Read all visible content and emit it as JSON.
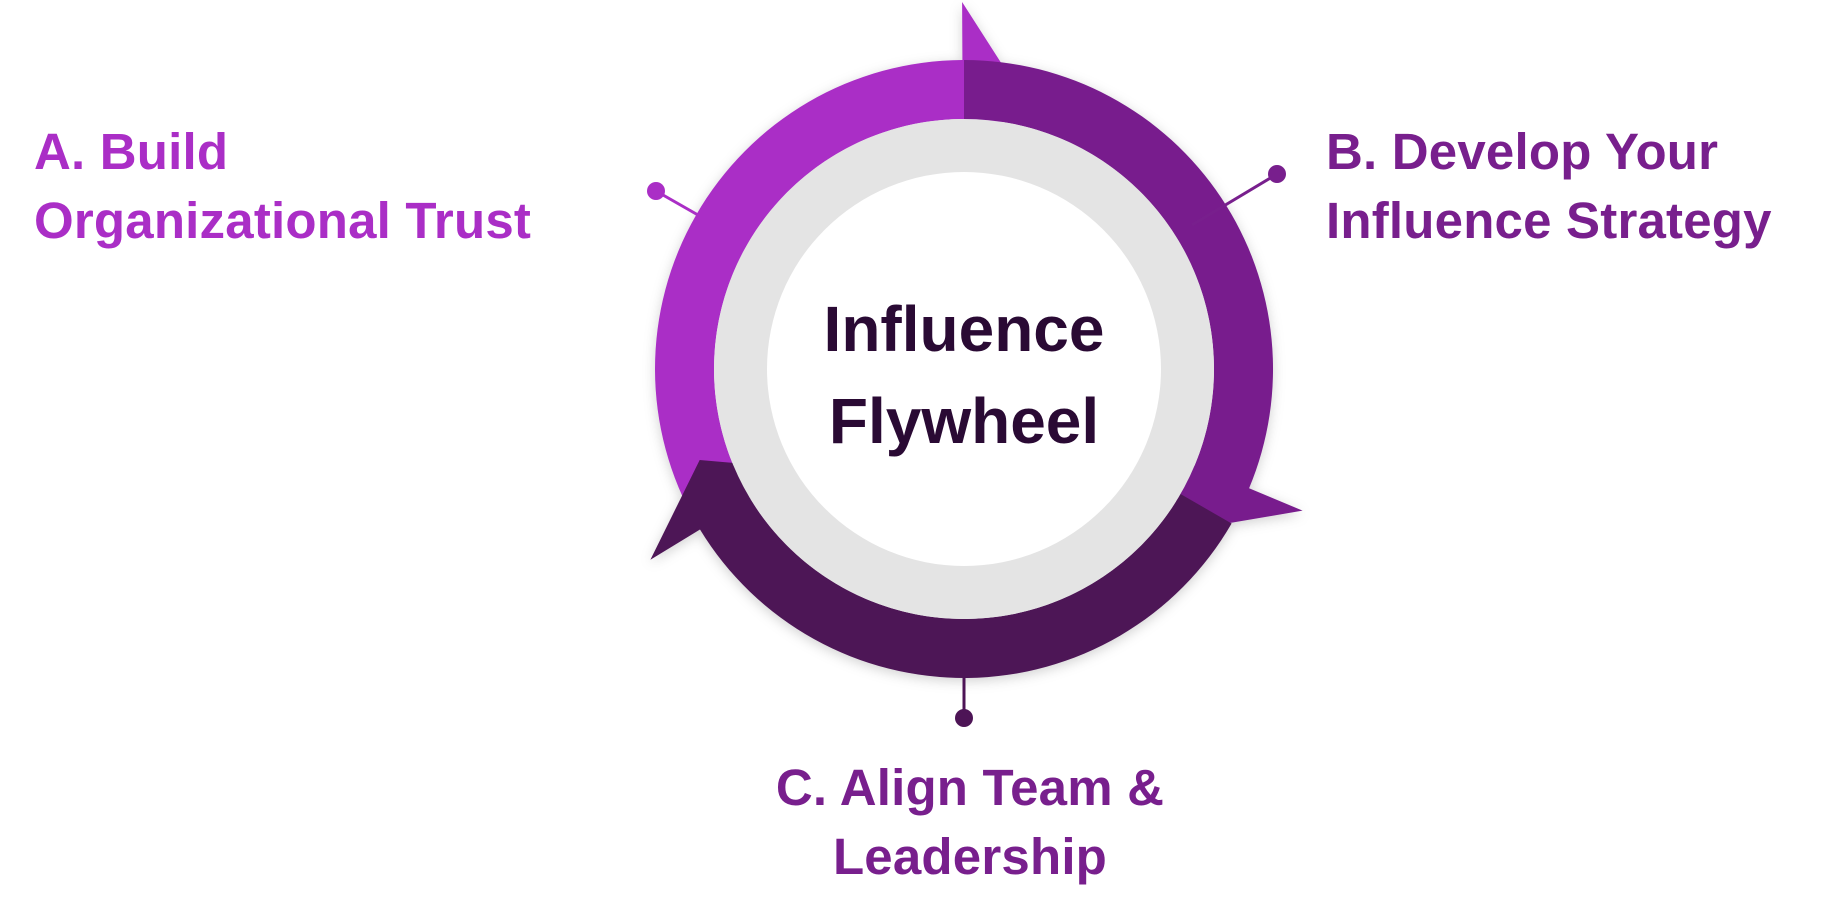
{
  "center": {
    "line1": "Influence",
    "line2": "Flywheel"
  },
  "steps": [
    {
      "id": "a",
      "line1": "A. Build",
      "line2": "Organizational Trust"
    },
    {
      "id": "b",
      "line1": "B. Develop Your",
      "line2": "Influence Strategy"
    },
    {
      "id": "c",
      "line1": "C. Align Team &",
      "line2": "Leadership"
    }
  ],
  "colors": {
    "step_a": "#aa2ec6",
    "step_b": "#781f8d",
    "step_c": "#4d1456",
    "center_text": "#2a0a34",
    "inner_ring": "#e4e4e4",
    "center_fill": "#ffffff"
  }
}
